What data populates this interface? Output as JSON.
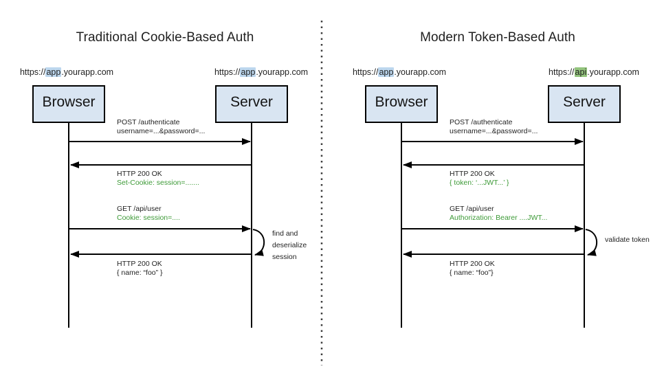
{
  "colors": {
    "box_fill": "#d9e5f2",
    "box_border": "#000000",
    "hl_blue": "#bdd7ee",
    "hl_green": "#93c47d",
    "green_text": "#3d9a37",
    "divider": "#3c3c3c",
    "text": "#1f1f1f"
  },
  "panels": [
    {
      "title": "Traditional Cookie-Based Auth",
      "actors": [
        {
          "name": "Browser",
          "url_pre": "https://",
          "url_hl": "app",
          "url_post": ".yourapp.com",
          "url_hl_color": "blue"
        },
        {
          "name": "Server",
          "url_pre": "https://",
          "url_hl": "app",
          "url_post": ".yourapp.com",
          "url_hl_color": "blue"
        }
      ],
      "messages": [
        {
          "line1": "POST /authenticate",
          "line2": "username=...&password=...",
          "line2_color": "black",
          "direction": "right"
        },
        {
          "line1": "HTTP 200 OK",
          "line2": "Set-Cookie: session=.......",
          "line2_color": "green",
          "direction": "left"
        },
        {
          "line1": "GET /api/user",
          "line2": "Cookie: session=....",
          "line2_color": "green",
          "direction": "right"
        },
        {
          "line1": "HTTP 200 OK",
          "line2": "{ name: “foo” }",
          "line2_color": "black",
          "direction": "left"
        }
      ],
      "self_note": "find and\ndeserialize\nsession"
    },
    {
      "title": "Modern Token-Based Auth",
      "actors": [
        {
          "name": "Browser",
          "url_pre": "https://",
          "url_hl": "app",
          "url_post": ".yourapp.com",
          "url_hl_color": "blue"
        },
        {
          "name": "Server",
          "url_pre": "https://",
          "url_hl": "api",
          "url_post": ".yourapp.com",
          "url_hl_color": "green"
        }
      ],
      "messages": [
        {
          "line1": "POST /authenticate",
          "line2": "username=...&password=...",
          "line2_color": "black",
          "direction": "right"
        },
        {
          "line1": "HTTP 200 OK",
          "line2": "{ token: ‘...JWT...’ }",
          "line2_color": "green",
          "direction": "left"
        },
        {
          "line1": "GET /api/user",
          "line2": "Authorization: Bearer ....JWT...",
          "line2_color": "green",
          "direction": "right"
        },
        {
          "line1": "HTTP 200 OK",
          "line2": "{ name: “foo”}",
          "line2_color": "black",
          "direction": "left"
        }
      ],
      "self_note": "validate token"
    }
  ]
}
